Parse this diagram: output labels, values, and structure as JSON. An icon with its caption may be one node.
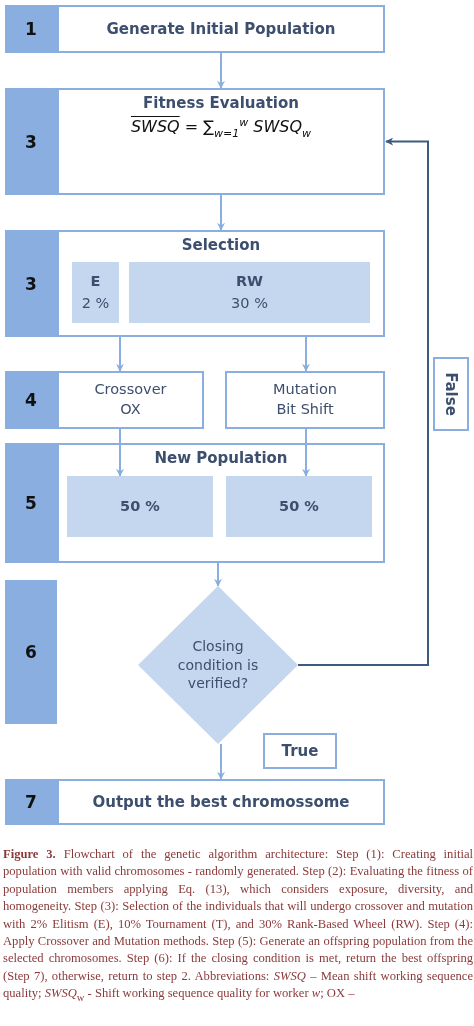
{
  "diagram": {
    "nodes": [
      {
        "text": [
          "1"
        ]
      },
      {
        "text": [
          "Generate Initial Population"
        ]
      },
      {
        "text": [
          "3"
        ]
      },
      {
        "text": [
          "Fitness Evaluation",
          "*SWSQ* = ∑$_{w=1}$$^{w}$ *SWSQ*$_{w}$"
        ]
      },
      {
        "text": [
          "3"
        ]
      },
      {
        "text": [
          "Selection"
        ]
      },
      {
        "text": [
          "E",
          "2 %"
        ],
        "in": 5
      },
      {
        "text": [
          "RW",
          "30 %"
        ],
        "in": 5
      },
      {
        "text": [
          "4"
        ]
      },
      {
        "text": [
          "Crossover",
          "OX"
        ]
      },
      {
        "text": [
          "Mutation",
          "Bit Shift"
        ]
      },
      {
        "text": [
          "5"
        ]
      },
      {
        "text": [
          "New Population"
        ]
      },
      {
        "text": [
          "50 %"
        ],
        "in": 12
      },
      {
        "text": [
          "50 %"
        ],
        "in": 12
      },
      {
        "text": [
          "6"
        ]
      },
      {
        "text": [
          "Closing condition is verified?"
        ]
      },
      {
        "text": [
          "7"
        ]
      },
      {
        "text": [
          "Output the best chromossome"
        ]
      }
    ],
    "edges": [
      {
        "from": 1,
        "to": 3,
        "arrow": "to"
      },
      {
        "from": 3,
        "to": 5,
        "arrow": "to"
      },
      {
        "from": 5,
        "to": 9,
        "arrow": "to"
      },
      {
        "from": 5,
        "to": 10,
        "arrow": "to"
      },
      {
        "from": 9,
        "to": 13,
        "arrow": "to"
      },
      {
        "from": 10,
        "to": 14,
        "arrow": "to"
      },
      {
        "from": 12,
        "to": 16,
        "arrow": "to"
      },
      {
        "from": 16,
        "to": 18,
        "arrow": "to",
        "label": "True"
      },
      {
        "from": 16,
        "to": 3,
        "arrow": "to",
        "label": "False",
        "color": "#3d5a80"
      }
    ],
    "caption": "**Figure 3.** Flowchart of the genetic algorithm architecture: Step (1): Creating initial population with valid chromosomes - randomly generated. Step (2): Evaluating the fitness of population members applying Eq. (13), which considers exposure, diversity, and homogeneity. Step (3): Selection of the individuals that will undergo crossover and mutation with 2% Elitism (E), 10% Tournament (T), and 30% Rank-Based Wheel (RW). Step (4): Apply Crossover and Mutation methods. Step (5): Generate an offspring population from the selected chromosomes. Step (6): If the closing condition is met, return the best offspring (Step 7), otherwise, return to step 2. Abbreviations: *SWSQ* – Mean shift working sequence quality; *SWSQ*$_{w}$ - Shift working sequence quality for worker *w*; OX –"
  }
}
